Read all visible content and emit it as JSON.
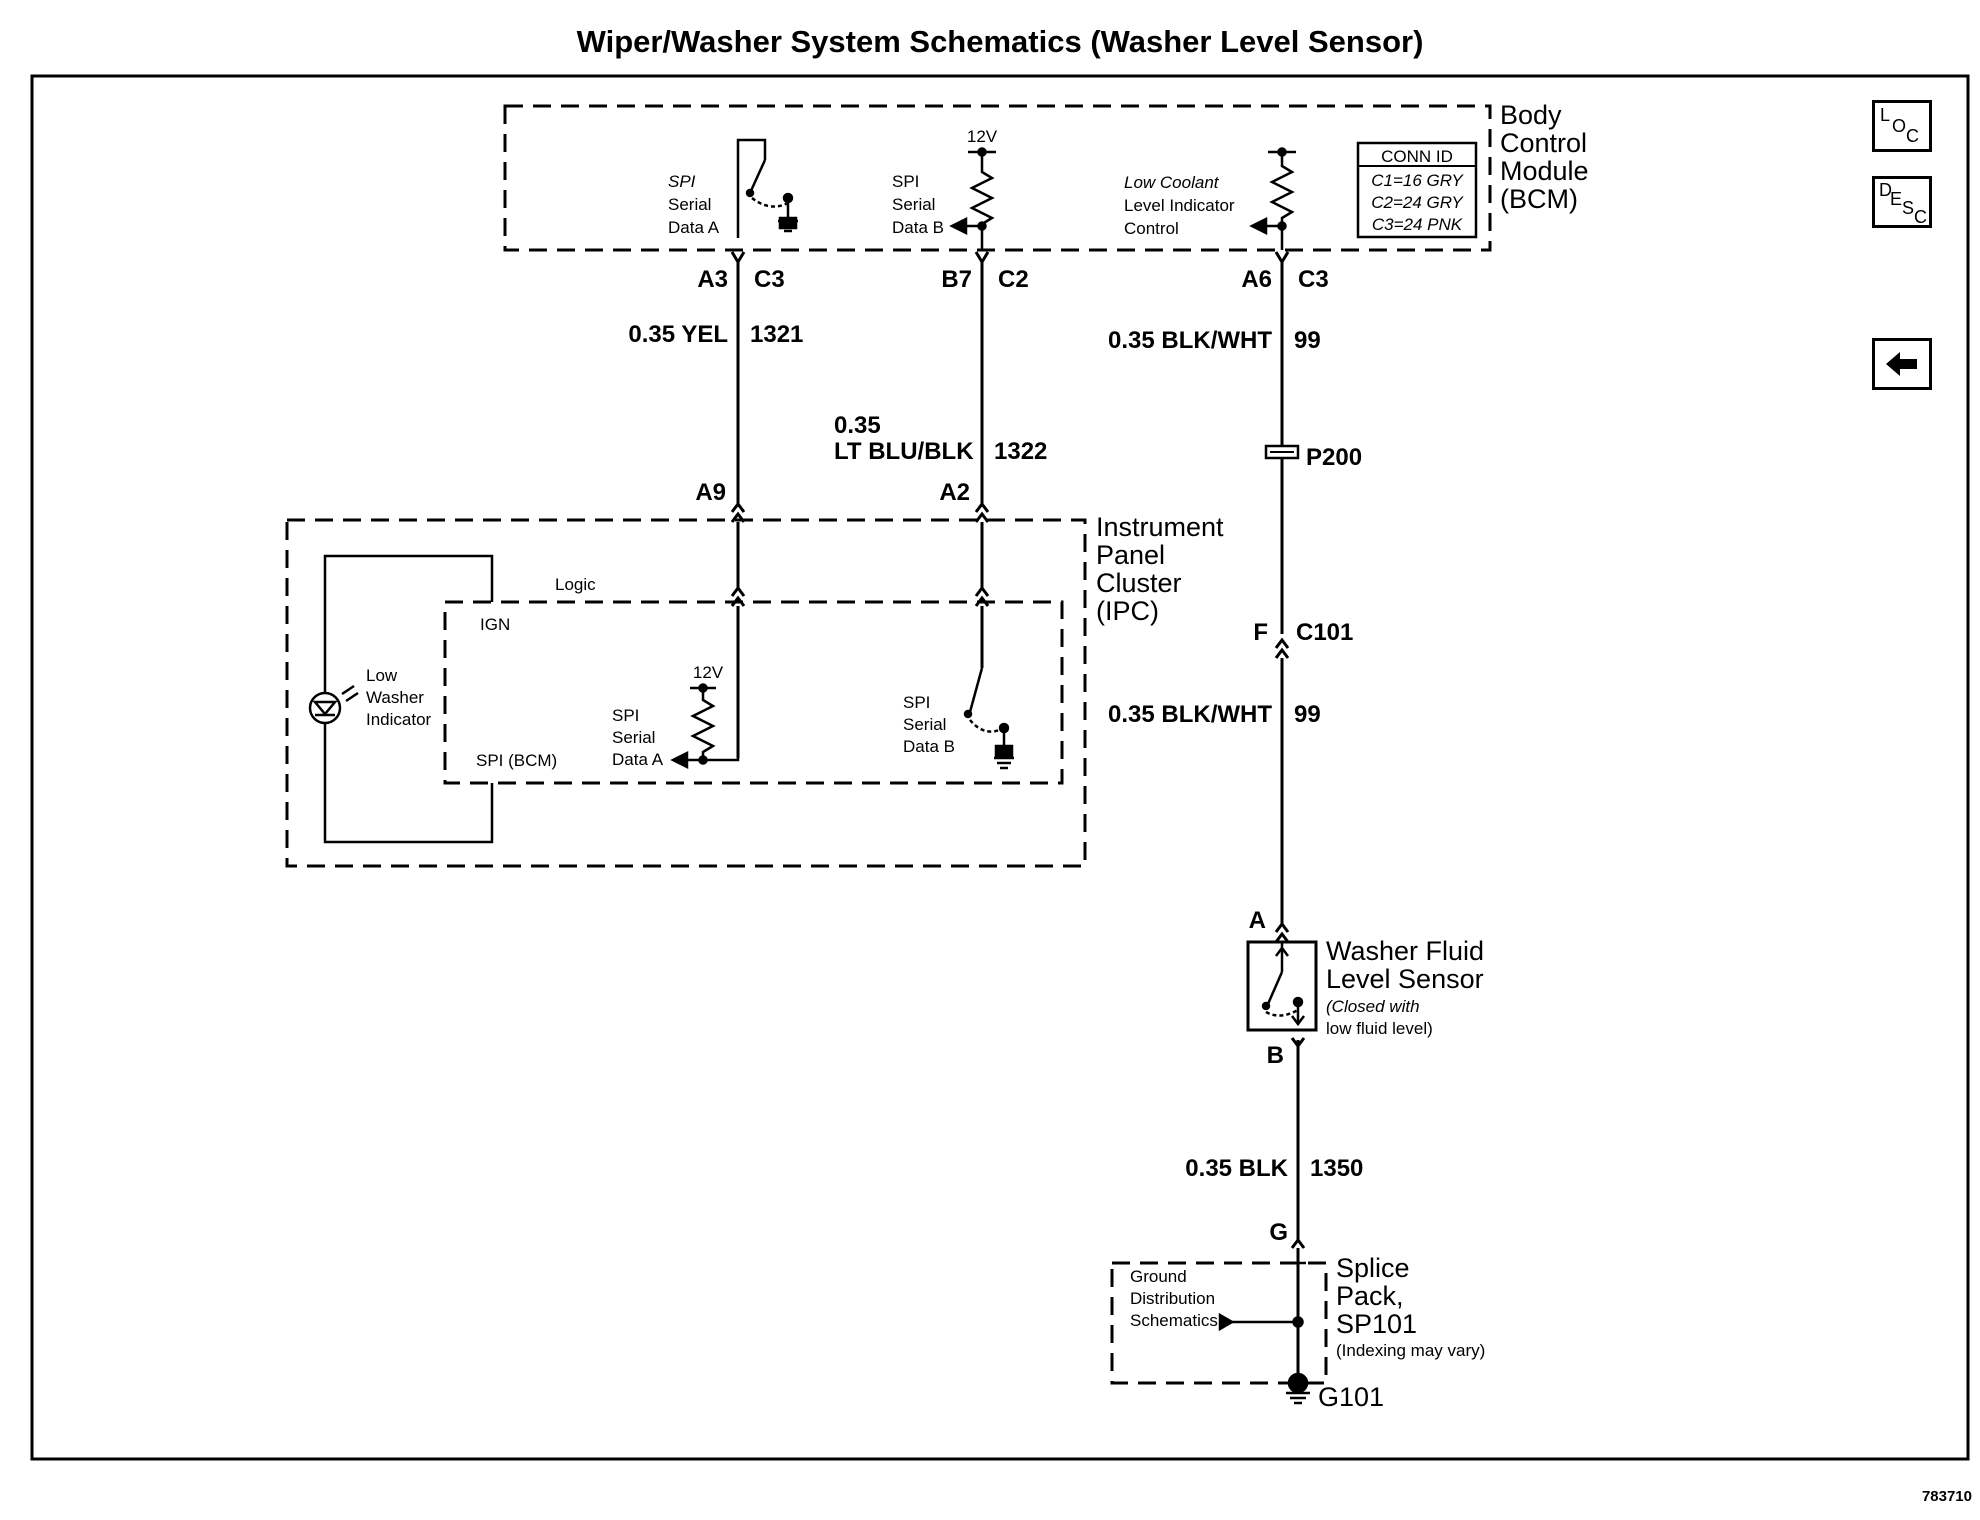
{
  "title": "Wiper/Washer System Schematics (Washer Level Sensor)",
  "figure_number": "783710",
  "nav": {
    "loc": {
      "l1": "L",
      "l2": "O",
      "l3": "C"
    },
    "desc": {
      "l1": "D",
      "l2": "E",
      "l3": "S",
      "l4": "C"
    },
    "back_icon": "left-arrow-icon"
  },
  "bcm": {
    "name_lines": [
      "Body",
      "Control",
      "Module",
      "(BCM)"
    ],
    "conn_id": {
      "header": "CONN ID",
      "rows": [
        "C1=16 GRY",
        "C2=24 GRY",
        "C3=24 PNK"
      ]
    },
    "spi_a": [
      "SPI",
      "Serial",
      "Data A"
    ],
    "spi_b": [
      "SPI",
      "Serial",
      "Data B"
    ],
    "voltage": "12V",
    "coolant": [
      "Low Coolant",
      "Level Indicator",
      "Control"
    ]
  },
  "wires": {
    "w1": {
      "pin_top": "A3",
      "conn_top": "C3",
      "gauge_color": "0.35 YEL",
      "circuit": "1321",
      "pin_bottom": "A9"
    },
    "w2": {
      "pin_top": "B7",
      "conn_top": "C2",
      "gauge": "0.35",
      "color": "LT BLU/BLK",
      "circuit": "1322",
      "pin_bottom": "A2"
    },
    "w3": {
      "pin_top": "A6",
      "conn_top": "C3",
      "gauge_color": "0.35 BLK/WHT",
      "circuit": "99",
      "splice": "P200",
      "pin_mid": "F",
      "conn_mid": "C101",
      "gauge_color_2": "0.35 BLK/WHT",
      "circuit_2": "99"
    },
    "w4": {
      "pin_top": "B",
      "gauge_color": "0.35 BLK",
      "circuit": "1350",
      "pin_bottom": "G"
    }
  },
  "ipc": {
    "name_lines": [
      "Instrument",
      "Panel",
      "Cluster",
      "(IPC)"
    ],
    "logic": "Logic",
    "ign": "IGN",
    "spi_bcm": "SPI (BCM)",
    "indicator": [
      "Low",
      "Washer",
      "Indicator"
    ],
    "voltage": "12V",
    "spi_a": [
      "SPI",
      "Serial",
      "Data A"
    ],
    "spi_b": [
      "SPI",
      "Serial",
      "Data B"
    ]
  },
  "sensor": {
    "pin_top": "A",
    "name_lines": [
      "Washer Fluid",
      "Level Sensor"
    ],
    "note_lines": [
      "(Closed with",
      "low fluid level)"
    ]
  },
  "splice_pack": {
    "name_lines": [
      "Splice",
      "Pack,",
      "SP101"
    ],
    "note": "(Indexing may vary)",
    "ground_ref": [
      "Ground",
      "Distribution",
      "Schematics"
    ],
    "ground": "G101"
  }
}
